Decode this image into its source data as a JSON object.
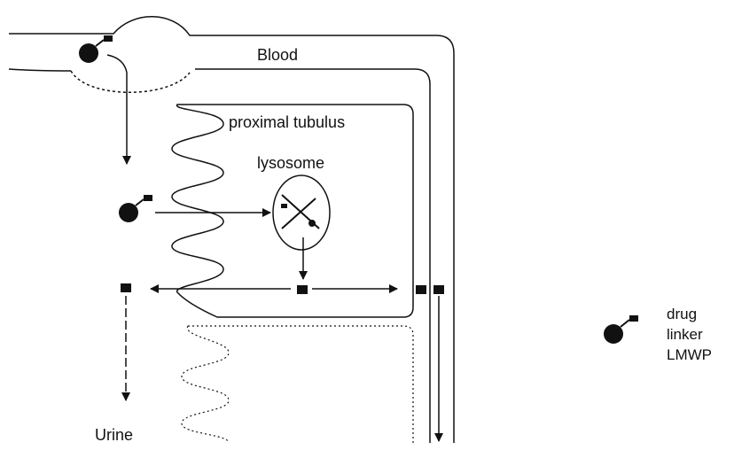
{
  "diagram": {
    "labels": {
      "blood": "Blood",
      "proximal_tubulus": "proximal tubulus",
      "lysosome": "lysosome",
      "urine": "Urine"
    },
    "legend": {
      "drug": "drug",
      "linker": "linker",
      "lmwp": "LMWP"
    },
    "colors": {
      "ink": "#111111",
      "background": "#ffffff"
    }
  }
}
